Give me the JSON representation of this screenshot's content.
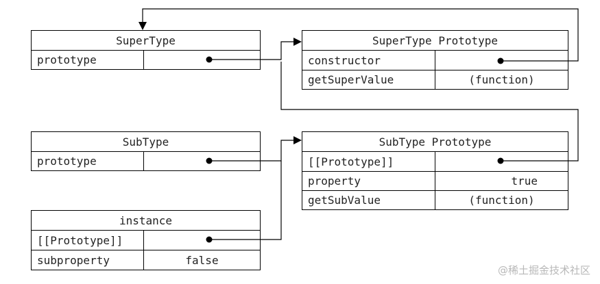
{
  "supertype": {
    "title": "SuperType",
    "rows": [
      {
        "key": "prototype",
        "value": ""
      }
    ]
  },
  "supertype_prototype": {
    "title": "SuperType Prototype",
    "rows": [
      {
        "key": "constructor",
        "value": ""
      },
      {
        "key": "getSuperValue",
        "value": "(function)"
      }
    ]
  },
  "subtype": {
    "title": "SubType",
    "rows": [
      {
        "key": "prototype",
        "value": ""
      }
    ]
  },
  "subtype_prototype": {
    "title": "SubType Prototype",
    "rows": [
      {
        "key": "[[Prototype]]",
        "value": ""
      },
      {
        "key": "property",
        "value": "true"
      },
      {
        "key": "getSubValue",
        "value": "(function)"
      }
    ]
  },
  "instance": {
    "title": "instance",
    "rows": [
      {
        "key": "[[Prototype]]",
        "value": ""
      },
      {
        "key": "subproperty",
        "value": "false"
      }
    ]
  },
  "watermark": "@稀土掘金技术社区",
  "colors": {
    "line": "#000000",
    "text": "#222222",
    "watermark": "#b8b8b8"
  }
}
